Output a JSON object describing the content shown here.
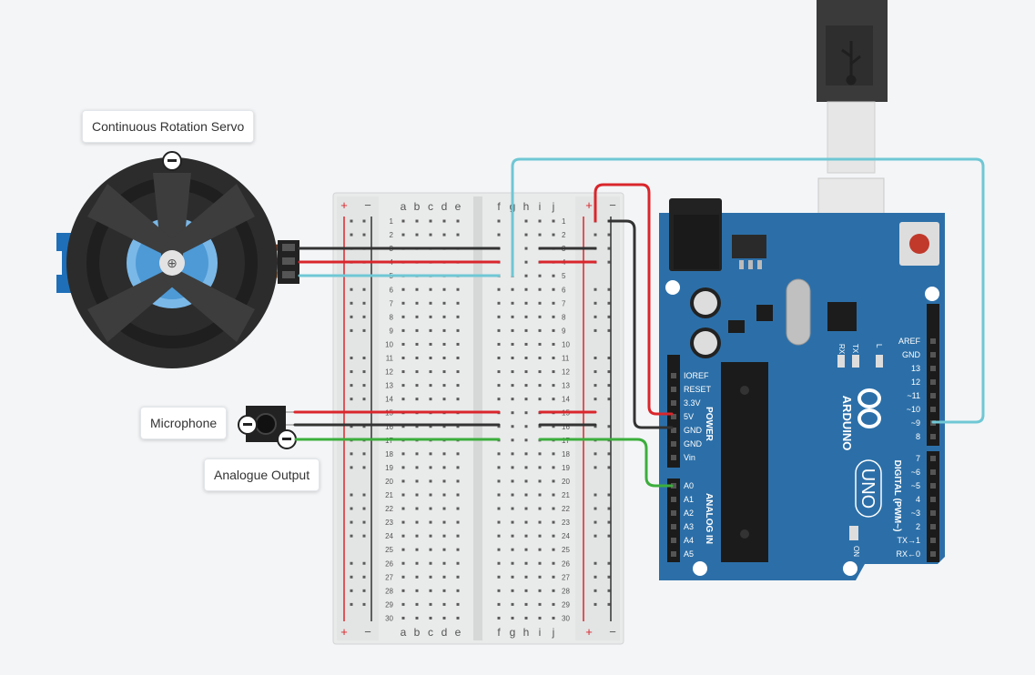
{
  "labels": {
    "servo": "Continuous Rotation Servo",
    "microphone": "Microphone",
    "analog_output": "Analogue Output"
  },
  "breadboard": {
    "plus": "+",
    "minus": "−",
    "cols_left": [
      "a",
      "b",
      "c",
      "d",
      "e"
    ],
    "cols_right": [
      "f",
      "g",
      "h",
      "i",
      "j"
    ],
    "rows": 30
  },
  "arduino": {
    "power_pins": [
      "IOREF",
      "RESET",
      "3.3V",
      "5V",
      "GND",
      "GND",
      "Vin"
    ],
    "analog_pins": [
      "A0",
      "A1",
      "A2",
      "A3",
      "A4",
      "A5"
    ],
    "digital_pins_top": [
      "AREF",
      "GND",
      "13",
      "12",
      "~11",
      "~10",
      "~9",
      "8"
    ],
    "digital_pins_bottom": [
      "7",
      "~6",
      "~5",
      "4",
      "~3",
      "2",
      "TX→1",
      "RX←0"
    ],
    "power_label": "POWER",
    "analog_label": "ANALOG IN",
    "digital_label": "DIGITAL (PWM~)",
    "brand": "ARDUINO",
    "model": "UNO",
    "tx": "TX",
    "rx": "RX",
    "l": "L",
    "on": "ON"
  },
  "colors": {
    "background": "#f3f5f7",
    "arduino_board": "#2c6fa8",
    "wire_red": "#d9262c",
    "wire_black": "#333333",
    "wire_green": "#3cae3c",
    "wire_cyan": "#6fc7d4",
    "servo_body": "#1e6fb8"
  },
  "icons": [
    "usb-icon",
    "usb-cable-icon",
    "reset-button-icon",
    "infinity-logo-icon",
    "gear-icon",
    "minus-handle-icon"
  ]
}
